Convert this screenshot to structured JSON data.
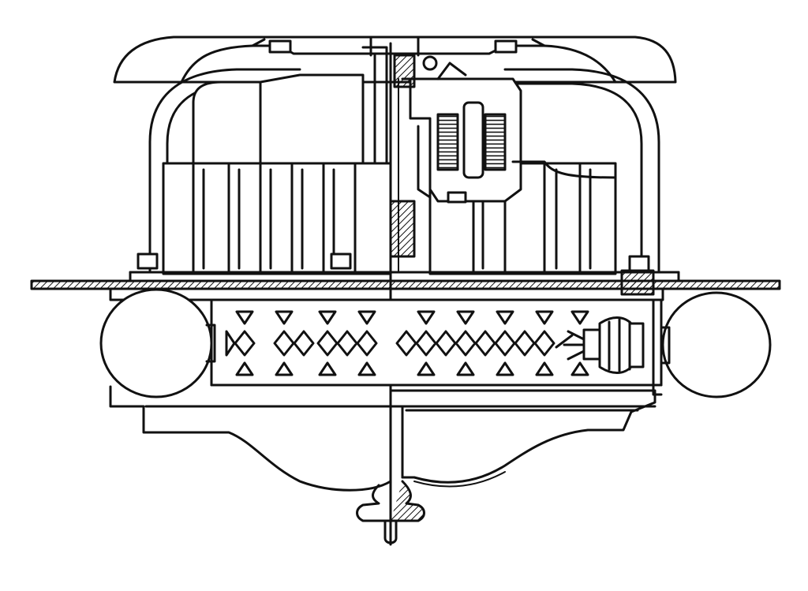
{
  "figure": {
    "kind": "engineering cross-section line drawing",
    "colors": {
      "ink": "#111111",
      "paper": "#ffffff"
    },
    "parts": [
      "top-canopy",
      "left-hanger-bar",
      "right-hanger-bar",
      "motor-housing",
      "finned-radiator",
      "rotor-windings",
      "central-shaft",
      "ceiling-plate",
      "perforated-band",
      "left-globe",
      "right-globe",
      "lamp-socket",
      "lower-bowl",
      "finial"
    ]
  }
}
